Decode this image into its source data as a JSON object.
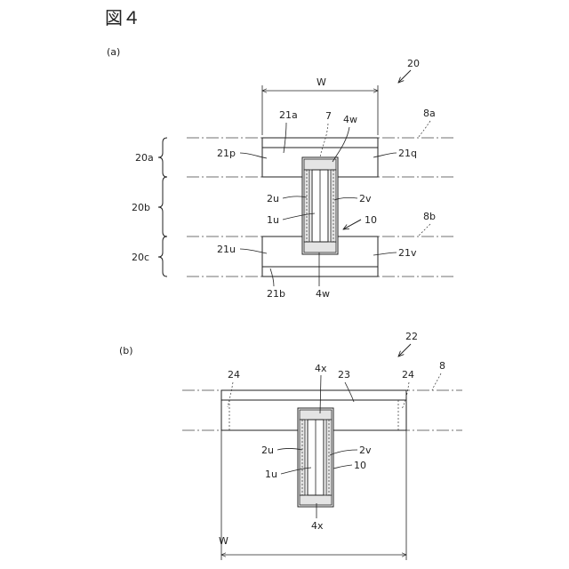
{
  "figure_title": "図４",
  "panel_a": {
    "label": "(a)",
    "ref_assembly": "20",
    "width_label": "W",
    "ref_top_block": "21a",
    "ref_bottom_block": "21b",
    "ref_7": "7",
    "ref_seal_top": "4w",
    "ref_seal_bottom": "4w",
    "ref_line_top": "8a",
    "ref_line_bottom": "8b",
    "ref_21p": "21p",
    "ref_21q": "21q",
    "ref_21u": "21u",
    "ref_21v": "21v",
    "ref_2u": "2u",
    "ref_2v": "2v",
    "ref_1u": "1u",
    "ref_10": "10",
    "region_top": "20a",
    "region_middle": "20b",
    "region_bottom": "20c"
  },
  "panel_b": {
    "label": "(b)",
    "ref_assembly": "22",
    "ref_23": "23",
    "ref_24_left": "24",
    "ref_24_right": "24",
    "ref_seal_top": "4x",
    "ref_seal_bottom": "4x",
    "ref_line": "8",
    "ref_2u": "2u",
    "ref_2v": "2v",
    "ref_1u": "1u",
    "ref_10": "10",
    "width_label": "W"
  }
}
